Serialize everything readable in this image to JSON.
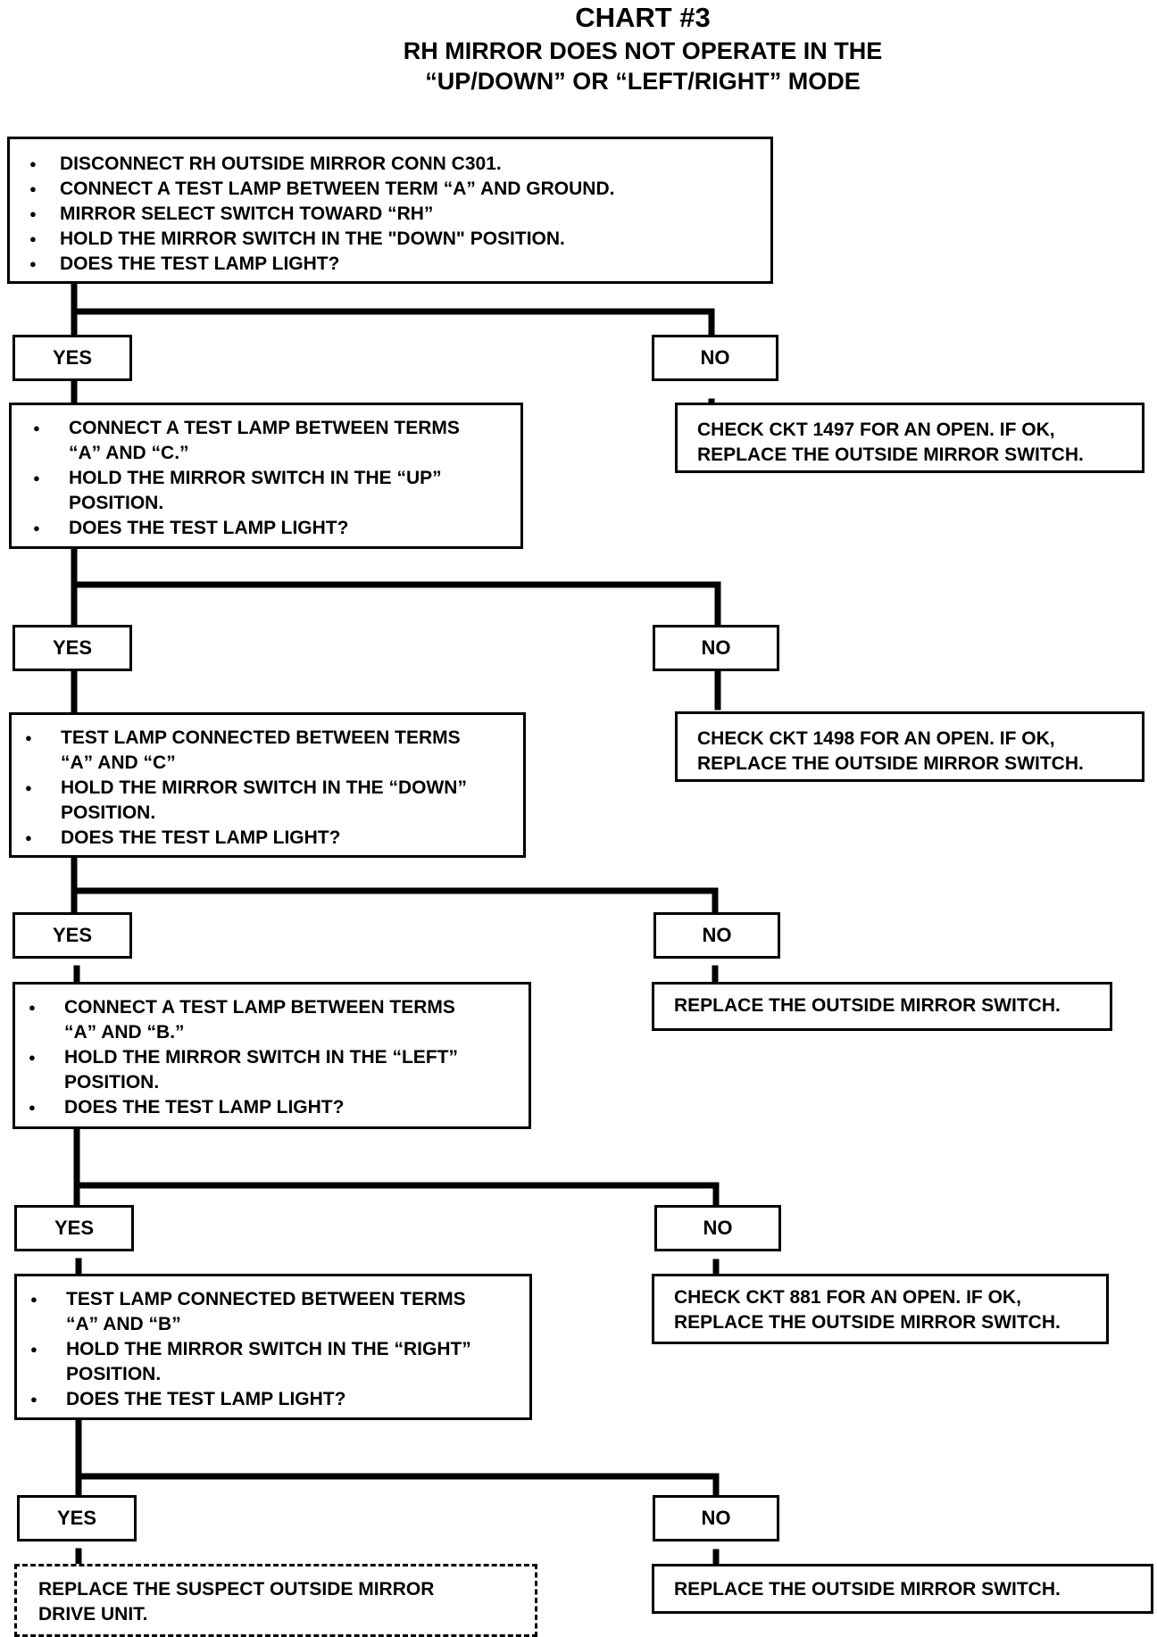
{
  "title": {
    "line1": "CHART #3",
    "line2": "RH MIRROR DOES NOT OPERATE IN THE",
    "line3": "“UP/DOWN” OR “LEFT/RIGHT” MODE"
  },
  "steps": [
    {
      "items": [
        "DISCONNECT RH OUTSIDE MIRROR CONN C301.",
        "CONNECT A TEST LAMP BETWEEN TERM “A” AND GROUND.",
        "MIRROR SELECT SWITCH TOWARD “RH”",
        "HOLD THE MIRROR SWITCH IN THE \"DOWN\" POSITION.",
        "DOES THE TEST LAMP LIGHT?"
      ]
    },
    {
      "items": [
        "CONNECT A TEST LAMP BETWEEN TERMS\n“A” AND “C.”",
        "HOLD THE MIRROR SWITCH IN THE “UP”\nPOSITION.",
        "DOES THE TEST LAMP LIGHT?"
      ]
    },
    {
      "items": [
        "TEST LAMP CONNECTED BETWEEN TERMS\n“A” AND “C”",
        "HOLD THE MIRROR SWITCH IN THE “DOWN”\nPOSITION.",
        "DOES THE TEST LAMP LIGHT?"
      ]
    },
    {
      "items": [
        "CONNECT A TEST LAMP BETWEEN TERMS\n“A” AND “B.”",
        "HOLD THE MIRROR SWITCH IN THE “LEFT”\nPOSITION.",
        "DOES THE TEST LAMP LIGHT?"
      ]
    },
    {
      "items": [
        "TEST LAMP CONNECTED BETWEEN TERMS\n“A” AND “B”",
        "HOLD THE MIRROR SWITCH IN THE “RIGHT”\nPOSITION.",
        "DOES THE TEST LAMP LIGHT?"
      ]
    }
  ],
  "yes_label": "YES",
  "no_label": "NO",
  "no_results": [
    "CHECK CKT 1497 FOR AN OPEN.  IF OK,\nREPLACE THE OUTSIDE MIRROR SWITCH.",
    "CHECK CKT 1498 FOR AN OPEN.  IF OK,\nREPLACE THE OUTSIDE MIRROR SWITCH.",
    "REPLACE THE OUTSIDE MIRROR SWITCH.",
    "CHECK CKT 881 FOR AN OPEN.  IF OK,\nREPLACE THE OUTSIDE MIRROR SWITCH.",
    "REPLACE THE OUTSIDE MIRROR SWITCH."
  ],
  "final_yes_result": "REPLACE THE SUSPECT OUTSIDE MIRROR\nDRIVE UNIT."
}
